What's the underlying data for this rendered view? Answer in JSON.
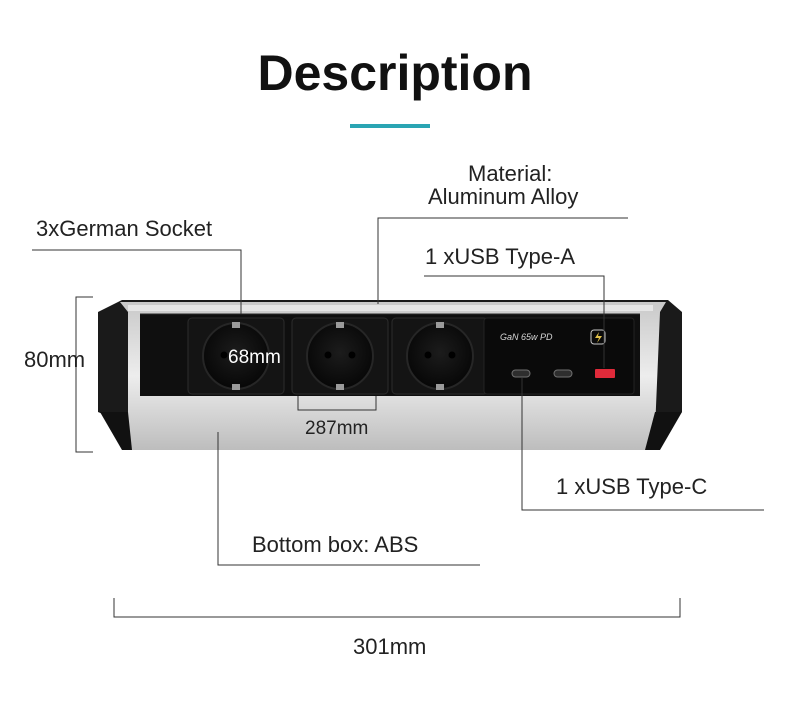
{
  "title": "Description",
  "colors": {
    "accent": "#2aa5b3",
    "frame": "#1a1a1a",
    "panel": "#0f0f0f",
    "aluminum": "#d6d6d6",
    "usb_a": "#e02a3a"
  },
  "labels": {
    "material_line1": "Material:",
    "material_line2": "Aluminum Alloy",
    "german_socket": "3xGerman Socket",
    "usb_a": "1 xUSB Type-A",
    "usb_c": "1 xUSB Type-C",
    "bottom_box": "Bottom box: ABS"
  },
  "dimensions": {
    "height": "80mm",
    "socket_diameter": "68mm",
    "socket_pitch": "287mm",
    "total_length": "301mm"
  },
  "module": {
    "brand": "GaN 65w PD",
    "charge_icon": "lightning-icon"
  }
}
